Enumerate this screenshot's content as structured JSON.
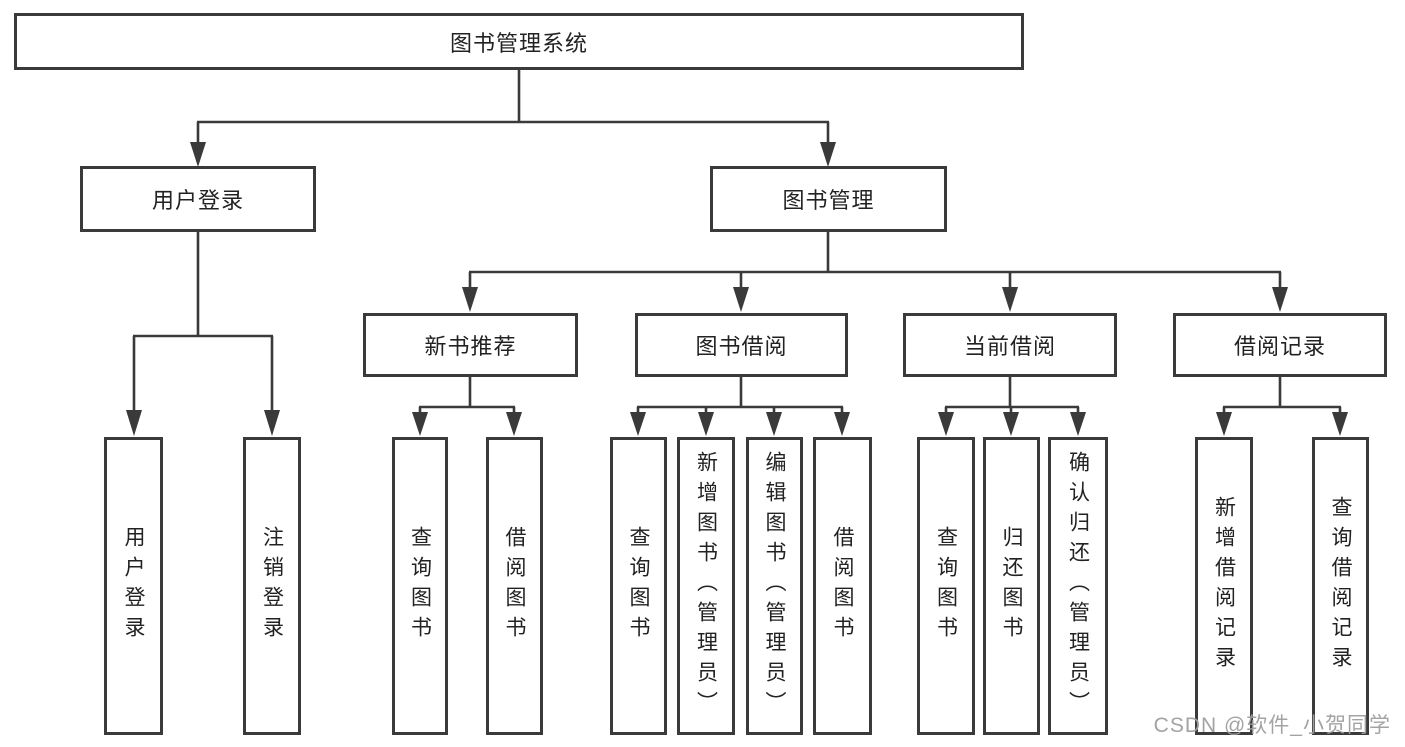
{
  "tree": {
    "root": "图书管理系统",
    "children": [
      {
        "label": "用户登录",
        "children": [
          {
            "label": "用户登录"
          },
          {
            "label": "注销登录"
          }
        ]
      },
      {
        "label": "图书管理",
        "children": [
          {
            "label": "新书推荐",
            "children": [
              {
                "label": "查询图书"
              },
              {
                "label": "借阅图书"
              }
            ]
          },
          {
            "label": "图书借阅",
            "children": [
              {
                "label": "查询图书"
              },
              {
                "label": "新增图书（管理员）"
              },
              {
                "label": "编辑图书（管理员）"
              },
              {
                "label": "借阅图书"
              }
            ]
          },
          {
            "label": "当前借阅",
            "children": [
              {
                "label": "查询图书"
              },
              {
                "label": "归还图书"
              },
              {
                "label": "确认归还（管理员）"
              }
            ]
          },
          {
            "label": "借阅记录",
            "children": [
              {
                "label": "新增借阅记录"
              },
              {
                "label": "查询借阅记录"
              }
            ]
          }
        ]
      }
    ]
  },
  "watermark": {
    "text": "CSDN @软件_小贺同学"
  },
  "colors": {
    "line": "#3a3a3a",
    "box_border": "#3a3a3a",
    "text": "#222222",
    "watermark": "#9e9e9e",
    "background": "#ffffff"
  }
}
